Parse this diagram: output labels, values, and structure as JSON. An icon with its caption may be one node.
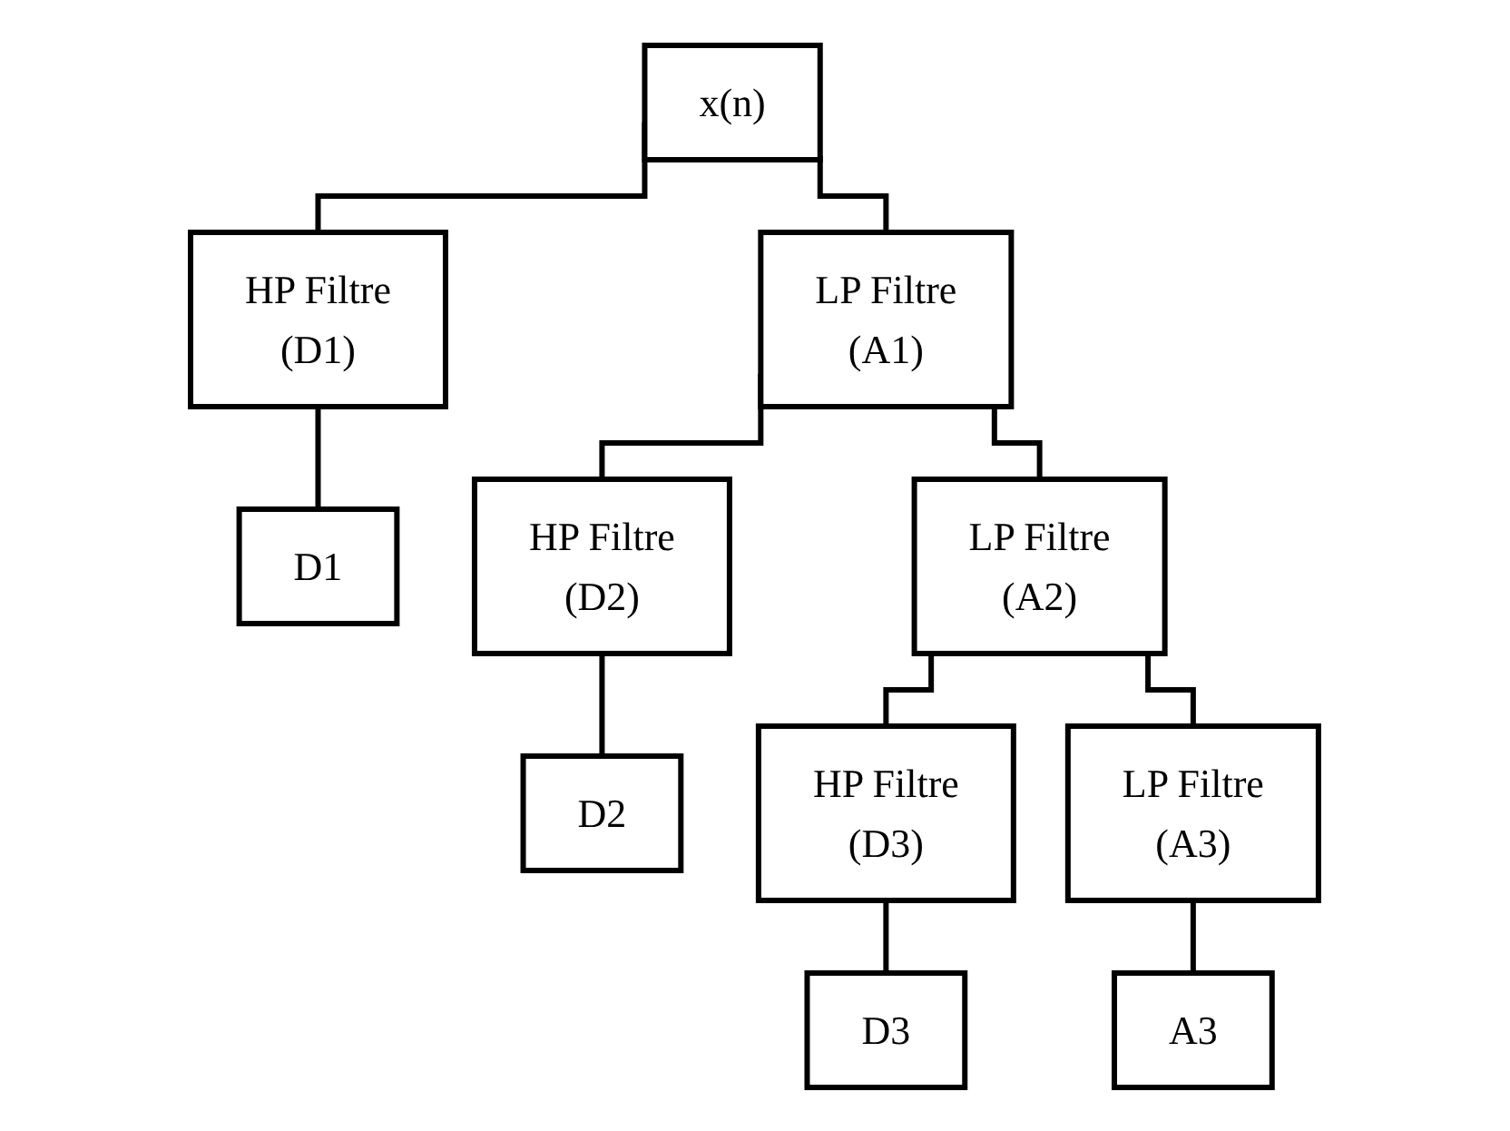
{
  "diagram": {
    "nodes": [
      {
        "text": [
          "x(n)"
        ]
      },
      {
        "text": [
          "HP Filtre",
          "(D1)"
        ]
      },
      {
        "text": [
          "LP Filtre",
          "(A1)"
        ]
      },
      {
        "text": [
          "D1"
        ]
      },
      {
        "text": [
          "HP Filtre",
          "(D2)"
        ]
      },
      {
        "text": [
          "LP Filtre",
          "(A2)"
        ]
      },
      {
        "text": [
          "D2"
        ]
      },
      {
        "text": [
          "HP Filtre",
          "(D3)"
        ]
      },
      {
        "text": [
          "LP Filtre",
          "(A3)"
        ]
      },
      {
        "text": [
          "D3"
        ]
      },
      {
        "text": [
          "A3"
        ]
      }
    ],
    "edges": [
      {
        "from": 0,
        "to": 1,
        "arrow": "none"
      },
      {
        "from": 0,
        "to": 2,
        "arrow": "none"
      },
      {
        "from": 1,
        "to": 3,
        "arrow": "none"
      },
      {
        "from": 2,
        "to": 4,
        "arrow": "none"
      },
      {
        "from": 2,
        "to": 5,
        "arrow": "none"
      },
      {
        "from": 4,
        "to": 6,
        "arrow": "none"
      },
      {
        "from": 5,
        "to": 7,
        "arrow": "none"
      },
      {
        "from": 5,
        "to": 8,
        "arrow": "none"
      },
      {
        "from": 7,
        "to": 9,
        "arrow": "none"
      },
      {
        "from": 8,
        "to": 10,
        "arrow": "none"
      }
    ]
  }
}
